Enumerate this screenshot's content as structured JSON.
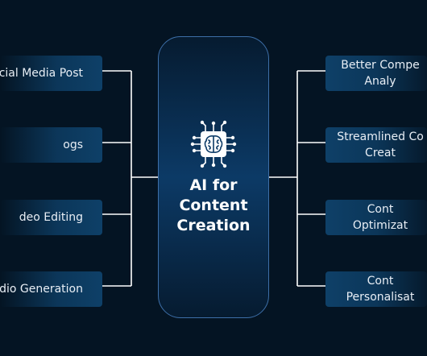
{
  "center": {
    "title": "AI for Content Creation",
    "icon": "ai-brain-chip-icon"
  },
  "left_items": [
    {
      "label": "cial Media Post"
    },
    {
      "label": "ogs"
    },
    {
      "label": "deo Editing"
    },
    {
      "label": "dio Generation"
    }
  ],
  "right_items": [
    {
      "line1": "Better Compe",
      "line2": "Analy"
    },
    {
      "line1": "Streamlined Co",
      "line2": "Creat"
    },
    {
      "line1": "Cont",
      "line2": "Optimizat"
    },
    {
      "line1": "Cont",
      "line2": "Personalisat"
    }
  ],
  "colors": {
    "background": "#041423",
    "box": "#0e4068",
    "connector": "#ffffff",
    "center_border": "#3d6fa8"
  }
}
